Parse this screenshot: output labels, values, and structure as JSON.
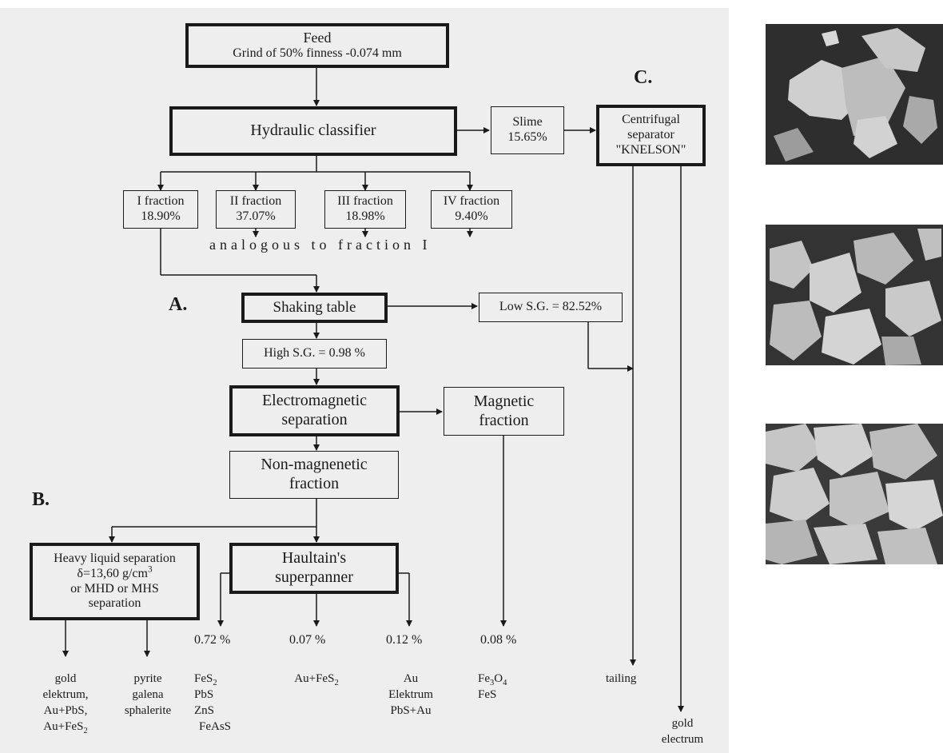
{
  "diagram": {
    "feed": {
      "title": "Feed",
      "sub": "Grind of 50% finness -0.074 mm"
    },
    "classifier": "Hydraulic classifier",
    "slime": {
      "label": "Slime",
      "value": "15.65%"
    },
    "centrifugal": {
      "line1": "Centrifugal",
      "line2": "separator",
      "line3": "\"KNELSON\""
    },
    "fractions": [
      {
        "label": "I fraction",
        "value": "18.90%"
      },
      {
        "label": "II fraction",
        "value": "37.07%"
      },
      {
        "label": "III fraction",
        "value": "18.98%"
      },
      {
        "label": "IV fraction",
        "value": "9.40%"
      }
    ],
    "analogous": "analogous to fraction I",
    "section_labels": {
      "a": "A.",
      "b": "B.",
      "c": "C."
    },
    "shaking_table": "Shaking table",
    "low_sg": "Low S.G. = 82.52%",
    "high_sg": "High S.G. = 0.98 %",
    "electromagnetic": {
      "line1": "Electromagnetic",
      "line2": "separation"
    },
    "magnetic": {
      "line1": "Magnetic",
      "line2": "fraction"
    },
    "non_magnetic": {
      "line1": "Non-magnenetic",
      "line2": "fraction"
    },
    "heavy_liquid": {
      "line1": "Heavy liquid separation",
      "line2": "δ=13,60 g/cm",
      "line2_sup": "3",
      "line3": "or MHD or  MHS",
      "line4": "separation"
    },
    "superpanner": {
      "line1": "Haultain's",
      "line2": "superpanner"
    },
    "percentages": {
      "p1": "0.72 %",
      "p2": "0.07 %",
      "p3": "0.12 %",
      "p4": "0.08 %"
    },
    "outputs": {
      "heavy_left": {
        "l1": "gold",
        "l2": "elektrum,",
        "l3": "Au+PbS,",
        "l4": "Au+FeS",
        "l4_sub": "2"
      },
      "heavy_right": {
        "l1": "pyrite",
        "l2": "galena",
        "l3": "sphalerite"
      },
      "sp1": {
        "l1": "FeS",
        "l1_sub": "2",
        "l2": "PbS",
        "l3": "ZnS",
        "l4": "FeAsS"
      },
      "sp2": {
        "l1": "Au+FeS",
        "l1_sub": "2"
      },
      "sp3": {
        "l1": "Au",
        "l2": "Elektrum",
        "l3": "PbS+Au"
      },
      "mag": {
        "l1": "Fe",
        "l1_sub1": "3",
        "l1_mid": "O",
        "l1_sub2": "4",
        "l2": "FeS"
      },
      "tailing": "tailing",
      "gold_electrum": {
        "l1": "gold",
        "l2": "electrum"
      }
    }
  },
  "photos": [
    {
      "name": "micrograph-1"
    },
    {
      "name": "micrograph-2"
    },
    {
      "name": "micrograph-3"
    }
  ],
  "colors": {
    "panel": "#eeeeee",
    "ink": "#1a1a1a",
    "photo_dark": "#2b2b2b",
    "photo_light": "#d0d0d0"
  }
}
